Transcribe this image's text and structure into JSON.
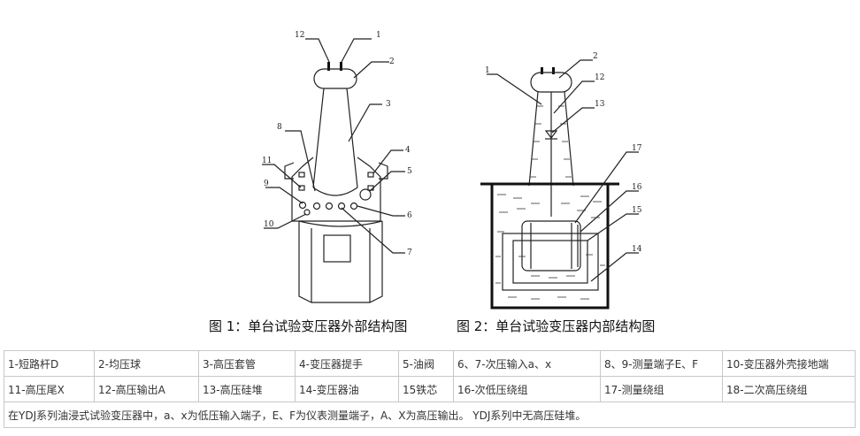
{
  "figure1": {
    "caption": "图 1：单台试验变压器外部结构图",
    "labels": [
      "12",
      "1",
      "2",
      "3",
      "8",
      "4",
      "11",
      "5",
      "9",
      "6",
      "10",
      "7"
    ]
  },
  "figure2": {
    "caption": "图 2：单台试验变压器内部结构图",
    "labels": [
      "1",
      "2",
      "12",
      "13",
      "17",
      "16",
      "15",
      "14"
    ]
  },
  "legend": {
    "rows": [
      [
        "1-短路杆D",
        "2-均压球",
        "3-高压套管",
        "4-变压器提手",
        "5-油阀",
        "6、7-次压输入a、x",
        "8、9-测量端子E、F",
        "10-变压器外壳接地端"
      ],
      [
        "11-高压尾X",
        "12-高压输出A",
        "13-高压硅堆",
        "14-变压器油",
        "15铁芯",
        "16-次低压绕组",
        "17-测量绕组",
        "18-二次高压绕组"
      ]
    ],
    "note": "在YDJ系列油浸式试验变压器中，a、x为低压输入端子，E、F为仪表测量端子，A、X为高压输出。 YDJ系列中无高压硅堆。"
  }
}
